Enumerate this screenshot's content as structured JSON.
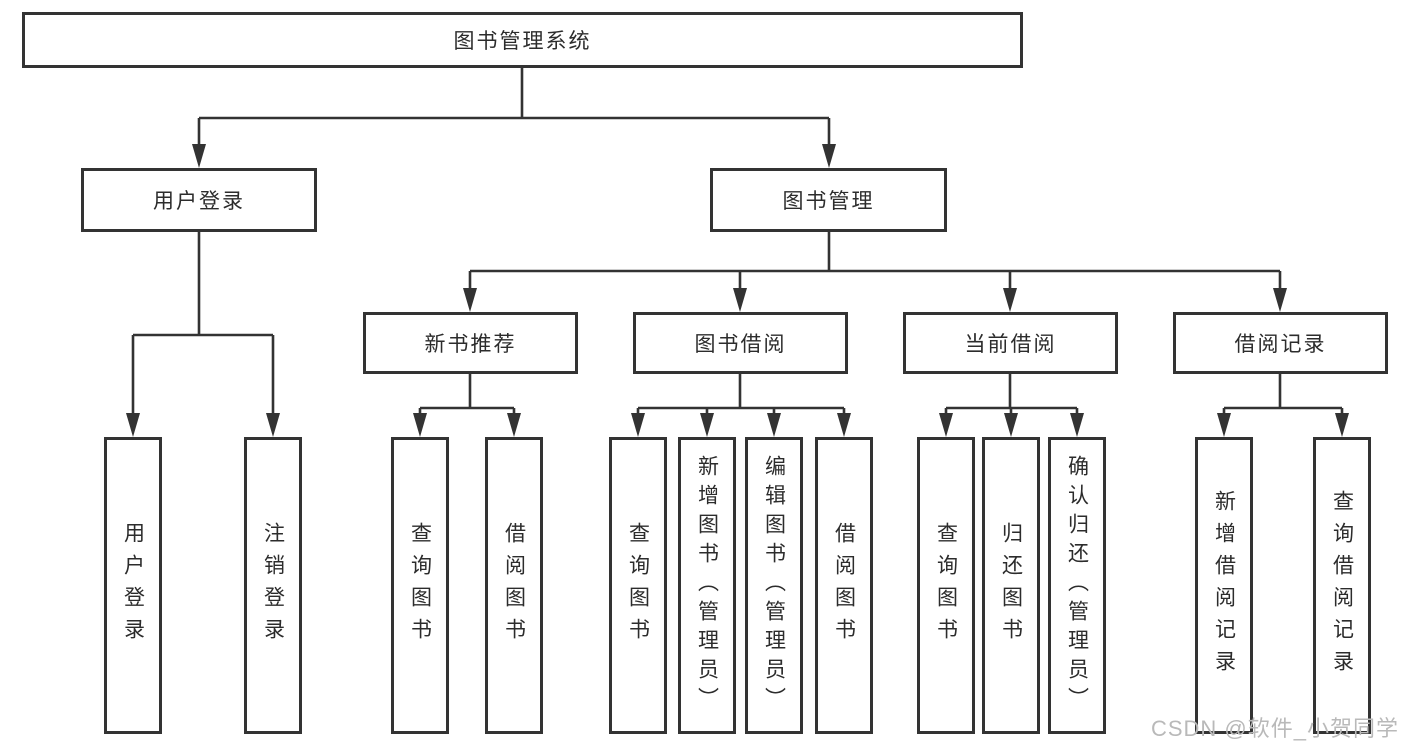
{
  "diagram": {
    "root_label": "图书管理系统",
    "branches": [
      {
        "label": "用户登录",
        "children": [
          "用户登录",
          "注销登录"
        ]
      },
      {
        "label": "图书管理",
        "sections": [
          {
            "label": "新书推荐",
            "children": [
              "查询图书",
              "借阅图书"
            ]
          },
          {
            "label": "图书借阅",
            "children": [
              "查询图书",
              "新增图书（管理员）",
              "编辑图书（管理员）",
              "借阅图书"
            ]
          },
          {
            "label": "当前借阅",
            "children": [
              "查询图书",
              "归还图书",
              "确认归还（管理员）"
            ]
          },
          {
            "label": "借阅记录",
            "children": [
              "新增借阅记录",
              "查询借阅记录"
            ]
          }
        ]
      }
    ]
  },
  "watermark": {
    "text": "CSDN @软件_小贺同学"
  },
  "colors": {
    "line": "#333333",
    "box_border": "#333333",
    "text": "#2c2c2c",
    "watermark": "#b9b9b9",
    "background": "#ffffff"
  }
}
